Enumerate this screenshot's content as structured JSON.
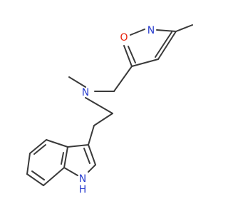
{
  "molecule": {
    "atoms": {
      "n_isoxazole": {
        "text": "N",
        "color": "#2b3fd0"
      },
      "o_isoxazole": {
        "text": "O",
        "color": "#e8220c"
      },
      "n_amine": {
        "text": "N",
        "color": "#2b3fd0"
      },
      "nh_indole": {
        "text": "N",
        "color": "#2b3fd0"
      },
      "h_indole": {
        "text": "H",
        "color": "#2b3fd0"
      }
    },
    "bond_color": "#3a3a3a",
    "background": "#ffffff"
  }
}
